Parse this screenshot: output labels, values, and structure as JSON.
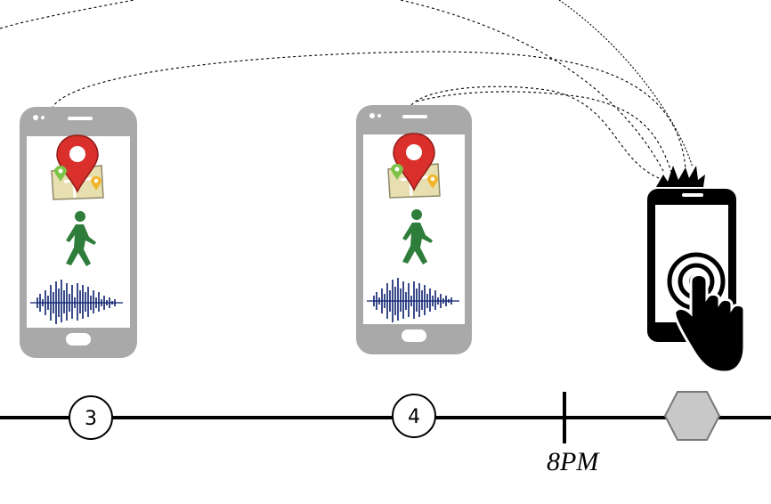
{
  "timeline": {
    "markers": [
      {
        "label": "3"
      },
      {
        "label": "4"
      }
    ],
    "time_label": "8PM",
    "event_shape": "hexagon",
    "colors": {
      "line": "#000000",
      "hexagon": "#c8c8c8",
      "hexagon_stroke": "#777777"
    }
  },
  "phones": [
    {
      "icons": [
        "map-pin-icon",
        "walking-person-icon",
        "audio-waveform-icon"
      ]
    },
    {
      "icons": [
        "map-pin-icon",
        "walking-person-icon",
        "audio-waveform-icon"
      ]
    }
  ],
  "target_phone": {
    "icons": [
      "touch-tap-icon",
      "notification-burst-icon"
    ]
  },
  "colors": {
    "phone_body": "#a9a9a9",
    "pin": "#d9302c",
    "walker": "#2f7d3a",
    "waveform": "#0b1f6e",
    "map": "#e8dfb0"
  }
}
